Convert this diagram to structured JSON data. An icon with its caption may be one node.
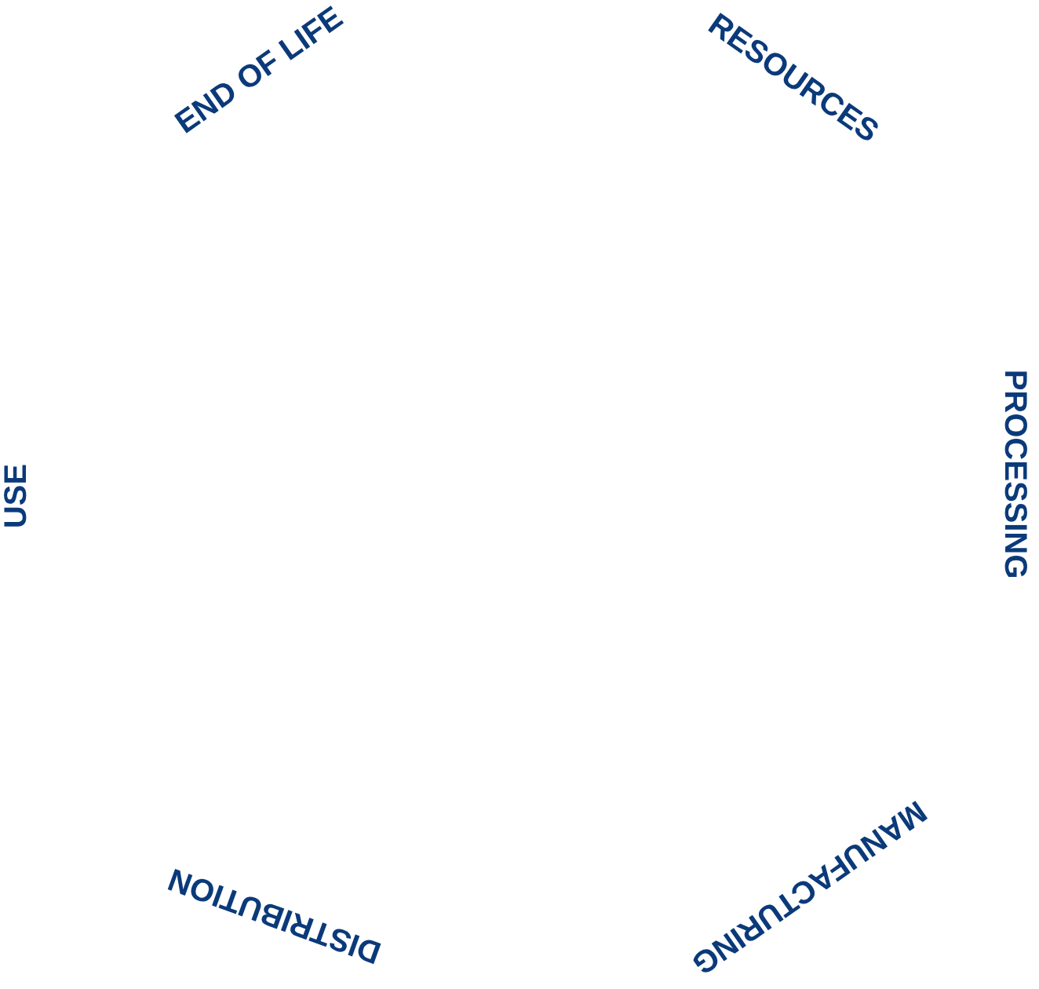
{
  "diagram": {
    "labels": [
      "END OF LIFE",
      "RESOURCES",
      "PROCESSING",
      "MANUFACTURING",
      "DISTRIBUTION",
      "USE"
    ]
  }
}
